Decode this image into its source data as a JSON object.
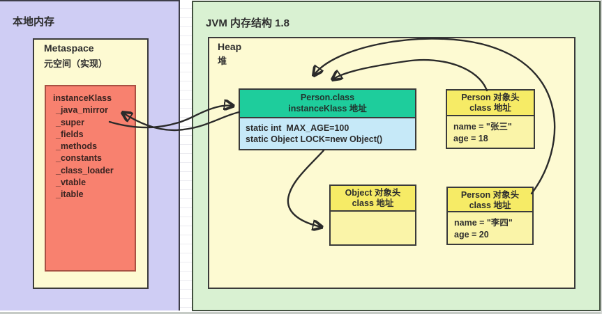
{
  "local_memory": {
    "title": "本地内存",
    "metaspace": {
      "title": "Metaspace",
      "subtitle": "元空间（实现）",
      "instance_klass": {
        "lines": [
          "instanceKlass",
          "_java_mirror",
          "_super",
          "_fields",
          "_methods",
          "_constants",
          "_class_loader",
          "_vtable",
          "_itable"
        ]
      }
    }
  },
  "jvm": {
    "title": "JVM 内存结构 1.8",
    "heap": {
      "title": "Heap",
      "subtitle": "堆",
      "person_class": {
        "header_line1": "Person.class",
        "header_line2": "instanceKlass 地址",
        "static_lines": [
          "static int  MAX_AGE=100",
          "static Object LOCK=new Object()"
        ]
      },
      "person_obj_zhang": {
        "header_line1": "Person 对象头",
        "header_line2": "class 地址",
        "fields": [
          "name = \"张三\"",
          "age = 18"
        ]
      },
      "object_obj": {
        "header_line1": "Object 对象头",
        "header_line2": "class 地址",
        "fields": []
      },
      "person_obj_li": {
        "header_line1": "Person 对象头",
        "header_line2": "class 地址",
        "fields": [
          "name = \"李四\"",
          "age = 20"
        ]
      }
    }
  },
  "colors": {
    "local_panel": "#cfcdf4",
    "jvm_panel": "#d9f1d2",
    "pale_yellow_box": "#fdfad2",
    "instance_klass_red": "#f8816f",
    "class_header_teal": "#1ecd9c",
    "static_body_blue": "#c6e9f8",
    "object_header_yellow": "#f6eb66",
    "object_body_yellow": "#faf4a8",
    "arrow": "#2a2a2a"
  }
}
